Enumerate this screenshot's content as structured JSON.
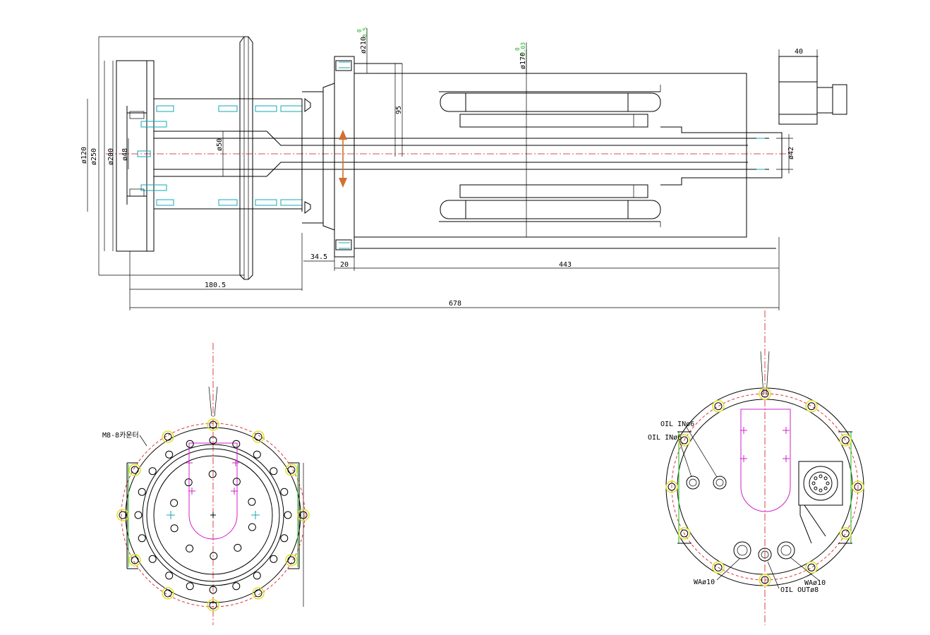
{
  "dimensions": {
    "d210": "ø210",
    "d210_tol_upper": "0",
    "d210_tol_lower": "-0.5",
    "d170": "ø170",
    "d170_tol_upper": "0",
    "d170_tol_lower": "-0.03",
    "d40": "40",
    "d95": "95",
    "d50": "ø50",
    "d42": "ø42",
    "d120": "ø120",
    "d250": "ø250",
    "d200": "ø200",
    "d48": "ø48",
    "d34_5": "34.5",
    "d20": "20",
    "d443": "443",
    "d180_5": "180.5",
    "d678": "678"
  },
  "annotations": {
    "bolt_note": "M8-8카운터",
    "oil_in_1": "OIL INø6",
    "oil_in_2": "OIL INø6",
    "wa_left": "WAø10",
    "wa_right": "WAø10",
    "oil_out": "OIL OUTø8"
  },
  "colors": {
    "outline": "#000000",
    "centerline": "#d01818",
    "pitch_circle": "#e02020",
    "magenta": "#d020c8",
    "cyan": "#10a8b8",
    "yellow": "#e0e020",
    "green": "#40c040",
    "arrow": "#d07030"
  }
}
